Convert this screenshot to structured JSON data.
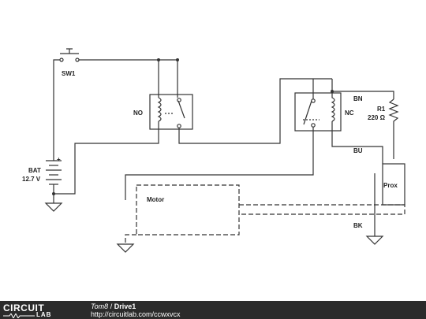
{
  "labels": {
    "sw1": "SW1",
    "bat": "BAT",
    "bat_voltage": "12.7 V",
    "relay1_contact": "NO",
    "relay2_contact": "NC",
    "wire_bn": "BN",
    "wire_bu": "BU",
    "wire_bk": "BK",
    "r1": "R1",
    "r1_value": "220 Ω",
    "prox": "Prox",
    "motor": "Motor",
    "bat_plus": "+"
  },
  "footer": {
    "logo_top": "CIRCUIT",
    "logo_bottom": "LAB",
    "author": "Tom8",
    "separator": " / ",
    "title": "Drive1",
    "url": "http://circuitlab.com/ccwxvcx"
  },
  "colors": {
    "wire": "#333333",
    "footer_bg": "#2b2b2b",
    "footer_text": "#ffffff"
  }
}
